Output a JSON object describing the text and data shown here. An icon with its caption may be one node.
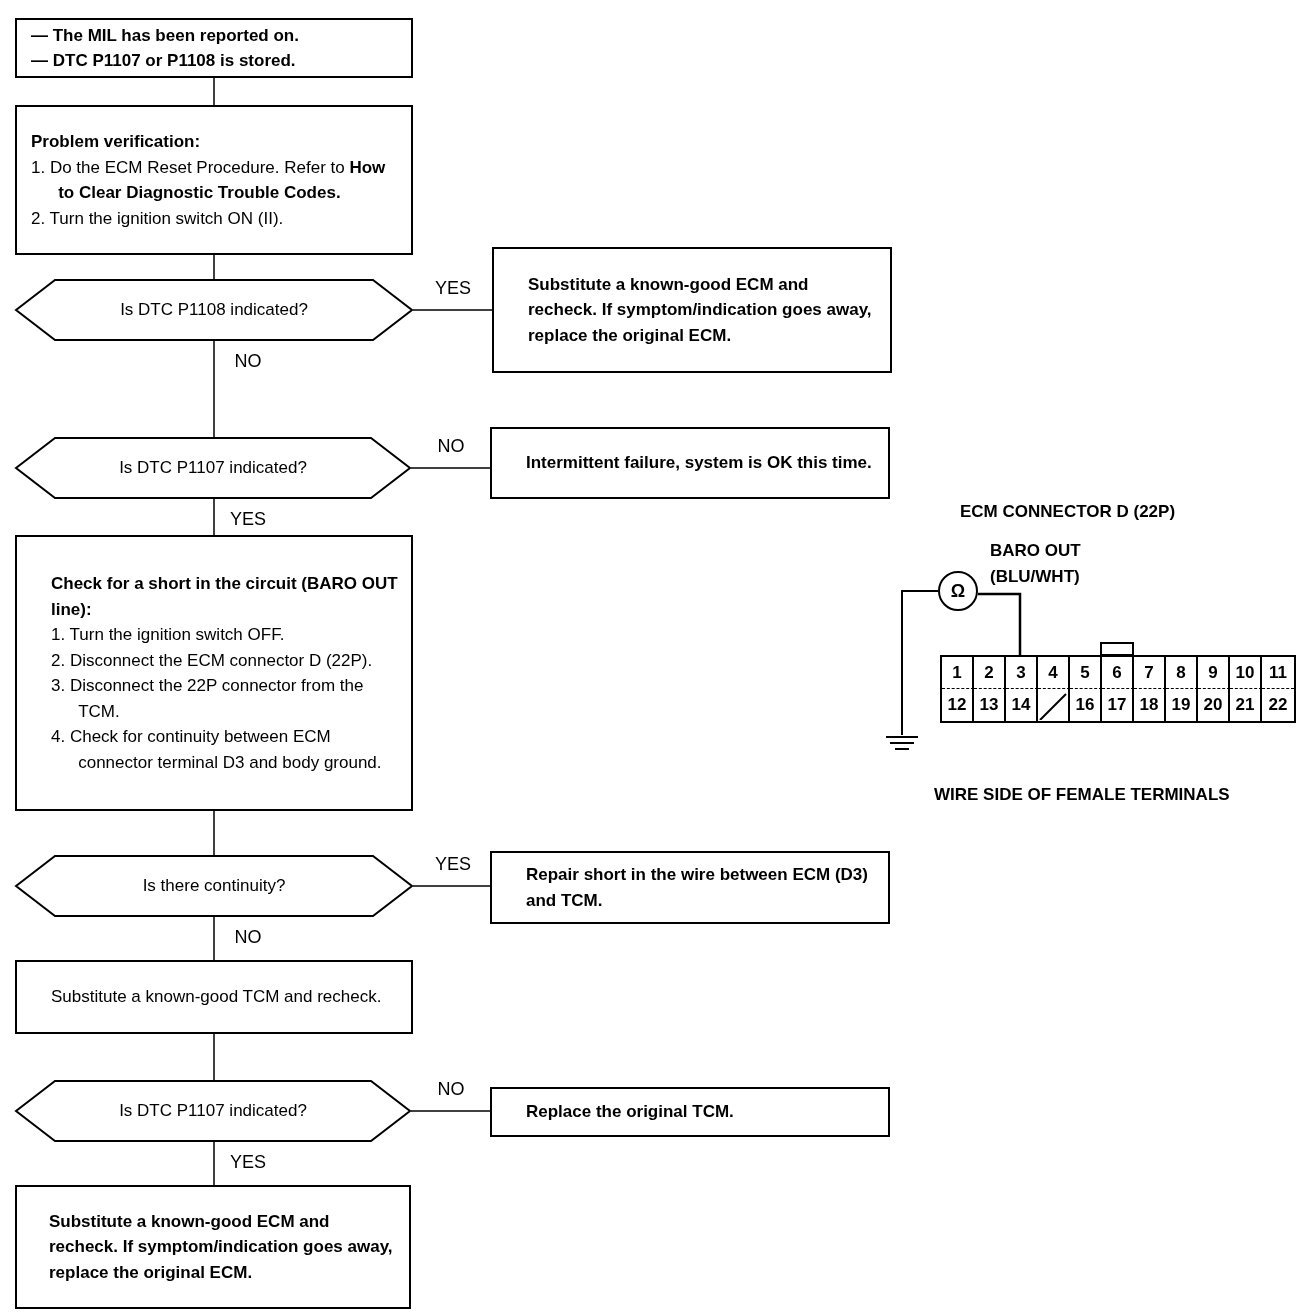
{
  "diagram": {
    "nodes": [
      {
        "text": [
          "— The MIL has been reported on.",
          "— DTC P1107 or P1108 is stored."
        ]
      },
      {
        "text": [
          "Problem verification:",
          "1. Do the ECM Reset Procedure. Refer to **How to Clear Diagnostic Trouble Codes.**",
          "2. Turn the ignition switch ON (II)."
        ]
      },
      {
        "text": [
          "Is DTC P1108 indicated?"
        ]
      },
      {
        "text": [
          "Substitute a known-good ECM and recheck. If symptom/indication goes away, replace the original ECM."
        ]
      },
      {
        "text": [
          "Is DTC P1107 indicated?"
        ]
      },
      {
        "text": [
          "Intermittent failure, system is OK this time."
        ]
      },
      {
        "text": [
          "Check for a short in the circuit (BARO OUT line):",
          "1. Turn the ignition switch OFF.",
          "2. Disconnect the ECM connector D (22P).",
          "3. Disconnect the 22P connector from the TCM.",
          "4. Check for continuity between ECM connector terminal D3 and body ground."
        ]
      },
      {
        "text": [
          "Is there continuity?"
        ]
      },
      {
        "text": [
          "Repair short in the wire between ECM (D3) and TCM."
        ]
      },
      {
        "text": [
          "Substitute a known-good TCM and recheck."
        ]
      },
      {
        "text": [
          "Is DTC P1107 indicated?"
        ]
      },
      {
        "text": [
          "Replace the original TCM."
        ]
      },
      {
        "text": [
          "Substitute a known-good ECM and recheck. If symptom/indication goes away, replace the original ECM."
        ]
      }
    ],
    "edges": [
      {
        "from": 0,
        "to": 1,
        "arrow": "none"
      },
      {
        "from": 1,
        "to": 2,
        "arrow": "none"
      },
      {
        "from": 2,
        "to": 3,
        "arrow": "none",
        "label": "YES"
      },
      {
        "from": 2,
        "to": 4,
        "arrow": "none",
        "label": "NO"
      },
      {
        "from": 4,
        "to": 5,
        "arrow": "none",
        "label": "NO"
      },
      {
        "from": 4,
        "to": 6,
        "arrow": "none",
        "label": "YES"
      },
      {
        "from": 6,
        "to": 7,
        "arrow": "none"
      },
      {
        "from": 7,
        "to": 8,
        "arrow": "none",
        "label": "YES"
      },
      {
        "from": 7,
        "to": 9,
        "arrow": "none",
        "label": "NO"
      },
      {
        "from": 9,
        "to": 10,
        "arrow": "none"
      },
      {
        "from": 10,
        "to": 11,
        "arrow": "none",
        "label": "NO"
      },
      {
        "from": 10,
        "to": 12,
        "arrow": "none",
        "label": "YES"
      }
    ],
    "labels": [
      "ECM CONNECTOR D (22P)",
      "BARO OUT (BLU/WHT)",
      "Ω",
      "1",
      "2",
      "3",
      "4",
      "5",
      "6",
      "7",
      "8",
      "9",
      "10",
      "11",
      "12",
      "13",
      "14",
      "16",
      "17",
      "18",
      "19",
      "20",
      "21",
      "22",
      "WIRE SIDE OF FEMALE TERMINALS"
    ]
  }
}
